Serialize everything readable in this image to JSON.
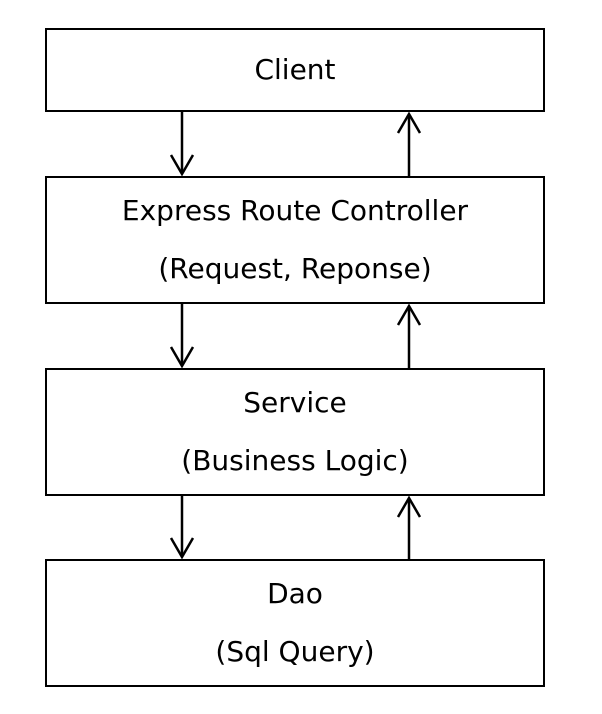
{
  "diagram": {
    "nodes": [
      {
        "id": "client",
        "lines": [
          "Client"
        ]
      },
      {
        "id": "controller",
        "lines": [
          "Express Route Controller",
          "(Request, Reponse)"
        ]
      },
      {
        "id": "service",
        "lines": [
          "Service",
          "(Business Logic)"
        ]
      },
      {
        "id": "dao",
        "lines": [
          "Dao",
          "(Sql Query)"
        ]
      }
    ],
    "edges": [
      {
        "from": "client",
        "to": "controller",
        "direction": "down"
      },
      {
        "from": "controller",
        "to": "client",
        "direction": "up"
      },
      {
        "from": "controller",
        "to": "service",
        "direction": "down"
      },
      {
        "from": "service",
        "to": "controller",
        "direction": "up"
      },
      {
        "from": "service",
        "to": "dao",
        "direction": "down"
      },
      {
        "from": "dao",
        "to": "service",
        "direction": "up"
      }
    ],
    "colors": {
      "stroke": "#000000",
      "background": "#ffffff"
    }
  }
}
